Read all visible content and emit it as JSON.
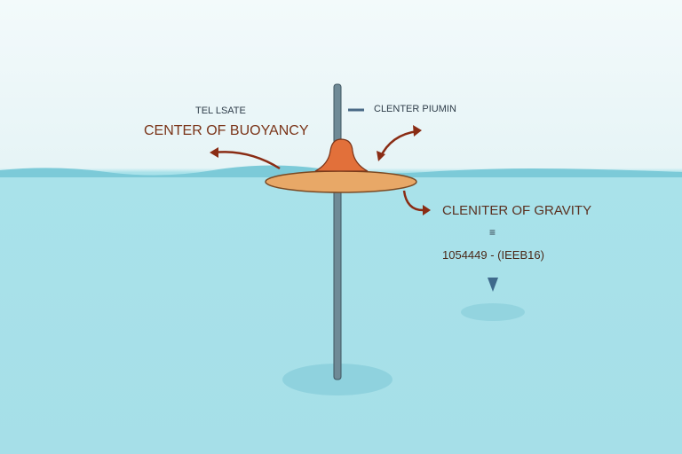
{
  "labels": {
    "small_top": "TEL LSATE",
    "buoyancy": "CENTER OF BUOYANCY",
    "pointer": "CLENTER PIUMIN",
    "gravity": "CLENITER OF GRAVITY",
    "equals": "≡",
    "formula": "1054449 - (IEEB16)"
  },
  "colors": {
    "sky": "#eef8f9",
    "water": "#a8e0e8",
    "buoy_float": "#e8a867",
    "buoy_cap": "#e2703a",
    "pole": "#6f8a96",
    "arrow": "#8a2c14",
    "label_text": "#7a3418"
  }
}
